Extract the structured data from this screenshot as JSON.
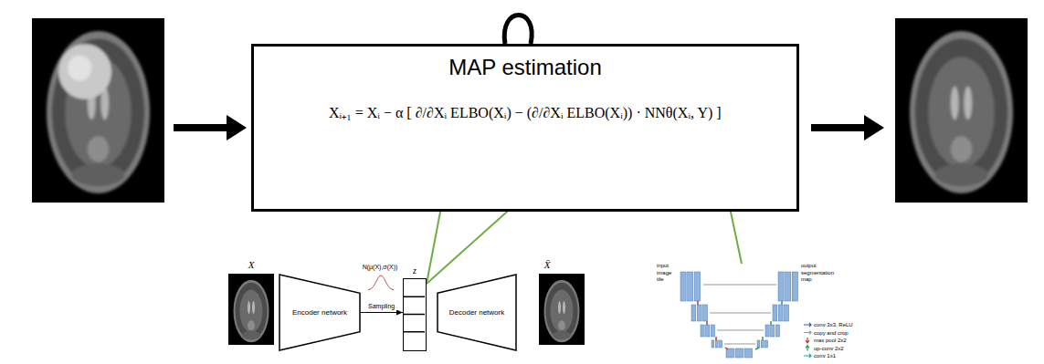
{
  "diagram": {
    "nodes": [
      {
        "text": [
          "MAP estimation"
        ]
      },
      {
        "text": [
          "Xᵢ₊₁ = Xᵢ − α [ ∂/∂Xᵢ ELBO(Xᵢ) − (∂/∂Xᵢ ELBO(Xᵢ)) · NNθ(Xᵢ, Y) ]"
        ],
        "in": 0
      },
      {
        "text": [
          "Encoder network"
        ]
      },
      {
        "text": [
          "z"
        ]
      },
      {
        "text": [
          "Decoder network"
        ]
      }
    ],
    "edges": [
      {
        "from": 2,
        "to": 3,
        "label": "Sampling",
        "arrow": "to"
      },
      {
        "from": 3,
        "to": 1,
        "arrow": "to"
      },
      {
        "from": 3,
        "to": 1,
        "arrow": "to"
      }
    ],
    "labels": [
      "X",
      "N(μ(X),σ(X))",
      "X̄",
      "input image tile",
      "output segmentation map"
    ],
    "legend": [
      {
        "text": "conv 3x3, ReLU"
      },
      {
        "text": "copy and crop"
      },
      {
        "text": "max pool 2x2"
      },
      {
        "text": "up-conv 2x2"
      },
      {
        "text": "conv 1x1"
      }
    ]
  }
}
